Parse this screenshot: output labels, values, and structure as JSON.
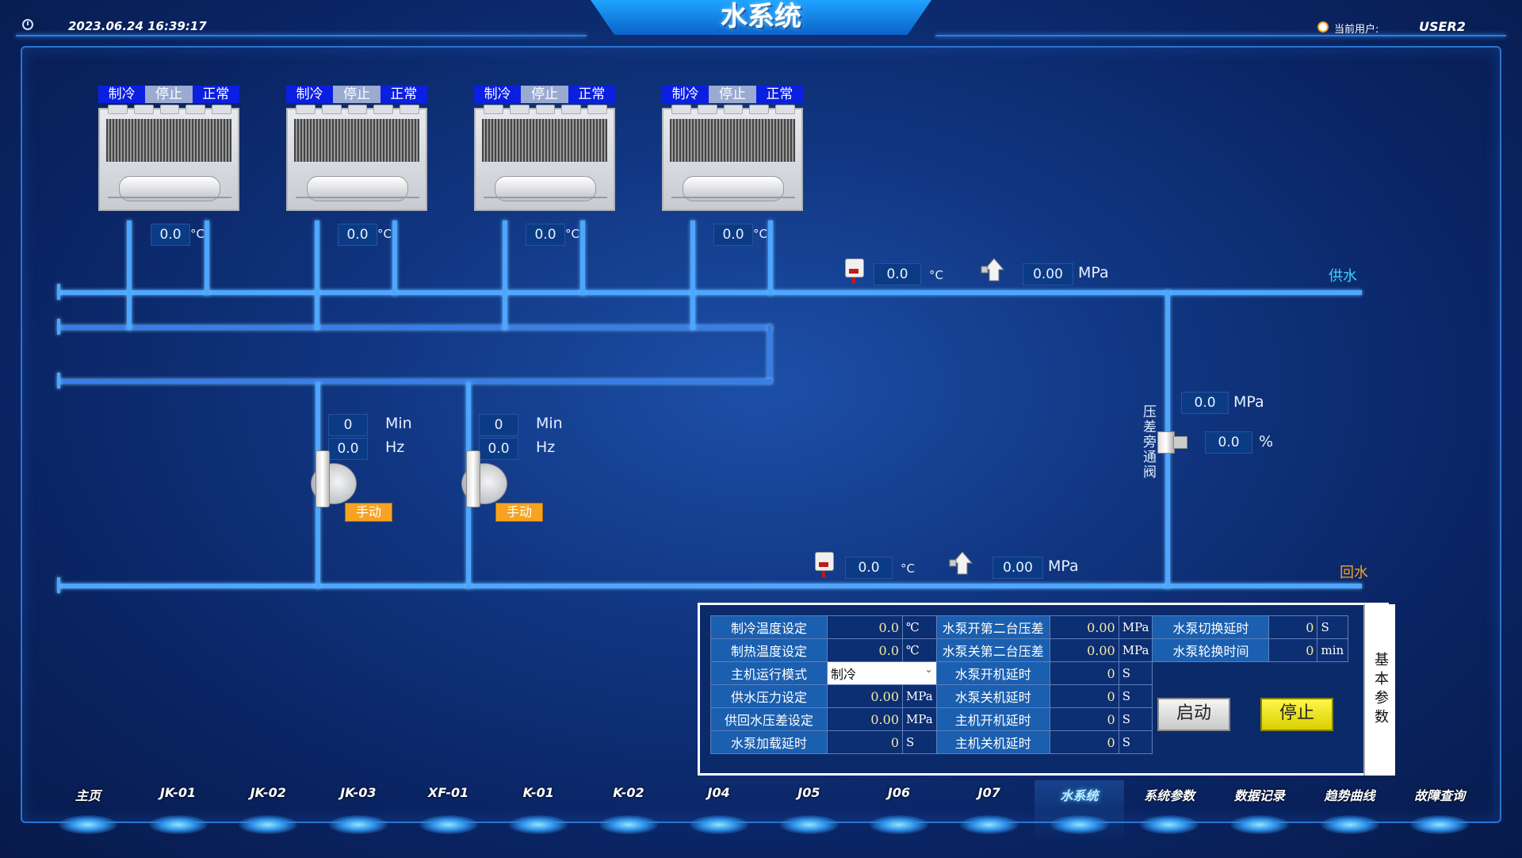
{
  "header": {
    "title": "水系统",
    "datetime": "2023.06.24 16:39:17",
    "user_label": "当前用户:",
    "user_name": "USER2"
  },
  "chillers": [
    {
      "status": [
        "制冷",
        "停止",
        "正常"
      ],
      "temp_value": "0.0",
      "temp_unit": "°C"
    },
    {
      "status": [
        "制冷",
        "停止",
        "正常"
      ],
      "temp_value": "0.0",
      "temp_unit": "°C"
    },
    {
      "status": [
        "制冷",
        "停止",
        "正常"
      ],
      "temp_value": "0.0",
      "temp_unit": "°C"
    },
    {
      "status": [
        "制冷",
        "停止",
        "正常"
      ],
      "temp_value": "0.0",
      "temp_unit": "°C"
    }
  ],
  "supply": {
    "label": "供水",
    "temp_value": "0.0",
    "temp_unit": "°C",
    "pressure_value": "0.00",
    "pressure_unit": "MPa"
  },
  "return": {
    "label": "回水",
    "temp_value": "0.0",
    "temp_unit": "°C",
    "pressure_value": "0.00",
    "pressure_unit": "MPa"
  },
  "pumps": [
    {
      "time_value": "0",
      "time_unit": "Min",
      "freq_value": "0.0",
      "freq_unit": "Hz",
      "mode": "手动"
    },
    {
      "time_value": "0",
      "time_unit": "Min",
      "freq_value": "0.0",
      "freq_unit": "Hz",
      "mode": "手动"
    }
  ],
  "bypass": {
    "label": "压差旁通阀",
    "pressure_value": "0.0",
    "pressure_unit": "MPa",
    "opening_value": "0.0",
    "opening_unit": "%"
  },
  "params": {
    "rows": [
      {
        "l1": "制冷温度设定",
        "v1": "0.0",
        "u1": "℃",
        "l2": "水泵开第二台压差",
        "v2": "0.00",
        "u2": "MPa",
        "l3": "水泵切换延时",
        "v3": "0",
        "u3": "S"
      },
      {
        "l1": "制热温度设定",
        "v1": "0.0",
        "u1": "℃",
        "l2": "水泵关第二台压差",
        "v2": "0.00",
        "u2": "MPa",
        "l3": "水泵轮换时间",
        "v3": "0",
        "u3": "min"
      },
      {
        "l1": "主机运行模式",
        "v1": "制冷",
        "u1": "",
        "l2": "水泵开机延时",
        "v2": "0",
        "u2": "S"
      },
      {
        "l1": "供水压力设定",
        "v1": "0.00",
        "u1": "MPa",
        "l2": "水泵关机延时",
        "v2": "0",
        "u2": "S"
      },
      {
        "l1": "供回水压差设定",
        "v1": "0.00",
        "u1": "MPa",
        "l2": "主机开机延时",
        "v2": "0",
        "u2": "S"
      },
      {
        "l1": "水泵加载延时",
        "v1": "0",
        "u1": "S",
        "l2": "主机关机延时",
        "v2": "0",
        "u2": "S"
      }
    ],
    "start_label": "启动",
    "stop_label": "停止",
    "tab_label": "基本参数"
  },
  "nav": {
    "items": [
      "主页",
      "JK-01",
      "JK-02",
      "JK-03",
      "XF-01",
      "K-01",
      "K-02",
      "J04",
      "J05",
      "J06",
      "J07",
      "水系统",
      "系统参数",
      "数据记录",
      "趋势曲线",
      "故障查询"
    ],
    "active": "水系统"
  },
  "colors": {
    "pipe": "#4da6ff",
    "status_blue": "#0b1fe0",
    "manual_orange": "#f7a321",
    "stop_yellow": "#e8e020",
    "supply_label": "#3fd2ff",
    "return_label": "#f7a321"
  }
}
